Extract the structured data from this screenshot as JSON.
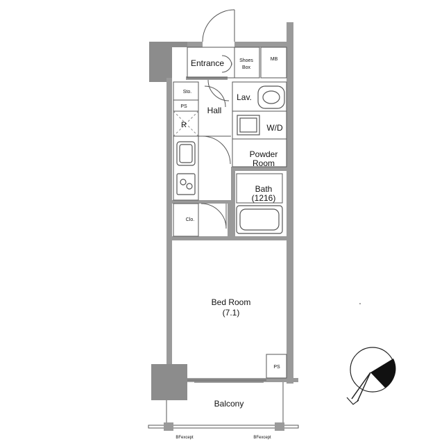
{
  "rooms": {
    "entrance": "Entrance",
    "shoes_box_line1": "Shoes",
    "shoes_box_line2": "Box",
    "mb": "MB",
    "sto": "Sto.",
    "ps_top": "PS",
    "lav": "Lav.",
    "hall": "Hall",
    "r": "R",
    "wd": "W/D",
    "powder_line1": "Powder",
    "powder_line2": "Room",
    "bath_line1": "Bath",
    "bath_line2": "(1216)",
    "clo": "Clo.",
    "bedroom_line1": "Bed Room",
    "bedroom_line2": "(7.1)",
    "ps_bottom": "PS",
    "balcony": "Balcony",
    "except_left": "BFexcept",
    "except_right": "BFexcept"
  },
  "compass": {
    "name": "north-arrow"
  }
}
